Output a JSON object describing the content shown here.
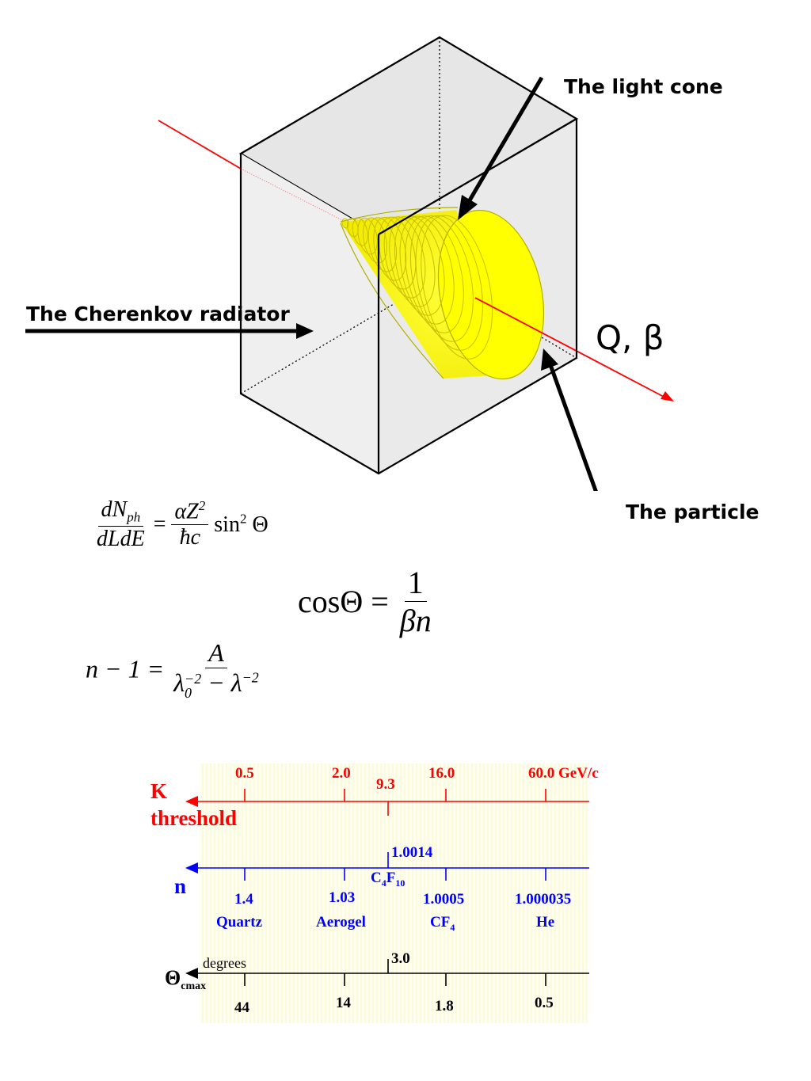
{
  "labels": {
    "light_cone": "The light cone",
    "radiator": "The Cherenkov radiator",
    "particle": "The particle",
    "q_beta": "Q, β"
  },
  "equations": {
    "photon_yield": {
      "lhs_num": "dN",
      "lhs_num_sub": "ph",
      "lhs_den": "dLdE",
      "rhs_num": "αZ",
      "rhs_num_sup": "2",
      "rhs_den": "ħc",
      "tail": "sin",
      "tail_sup": "2",
      "tail_end": "Θ"
    },
    "cos_theta": {
      "lhs": "cosΘ =",
      "num": "1",
      "den": "βn"
    },
    "index": {
      "lhs": "n − 1 =",
      "num": "A",
      "den_a": "λ",
      "den_a_sub": "0",
      "den_a_sup": "−2",
      "den_mid": "−",
      "den_b": "λ",
      "den_b_sup": "−2"
    }
  },
  "scale": {
    "k_label_1": "K",
    "k_label_2": "threshold",
    "k_ticks": [
      "0.5",
      "2.0",
      "9.3",
      "16.0",
      "60.0 GeV/c"
    ],
    "n_label": "n",
    "n_mid_value": "1.0014",
    "n_mid_material": "C",
    "n_mid_material_sub1": "4",
    "n_mid_material_f": "F",
    "n_mid_material_sub2": "10",
    "n_values": [
      "1.4",
      "1.03",
      "1.0005",
      "1.000035"
    ],
    "n_materials": [
      "Quartz",
      "Aerogel",
      "CF",
      "He"
    ],
    "n_cf_sub": "4",
    "theta_label": "Θ",
    "theta_label_sub": "cmax",
    "theta_unit": "degrees",
    "theta_mid_value": "3.0",
    "theta_values": [
      "44",
      "14",
      "1.8",
      "0.5"
    ]
  },
  "colors": {
    "red": "#ff0000",
    "blue": "#0000ff",
    "cone_yellow": "#ffff00",
    "cone_edge": "#b8b800",
    "box_fill": "#ececec",
    "band": "#fdfde6"
  }
}
